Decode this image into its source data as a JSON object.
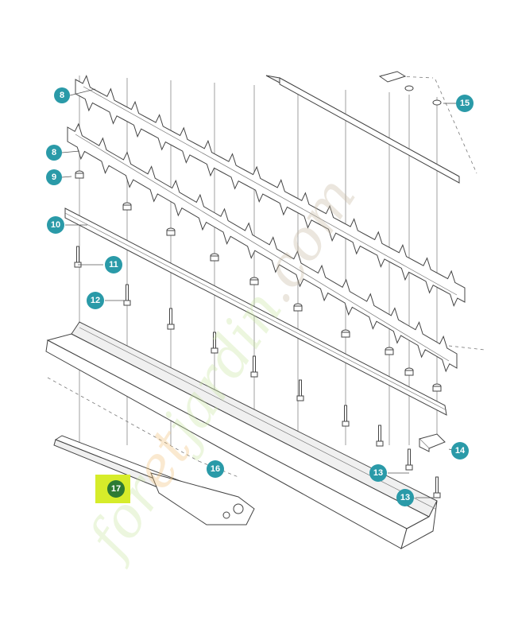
{
  "callouts": [
    {
      "id": "c8a",
      "label": "8"
    },
    {
      "id": "c8b",
      "label": "8"
    },
    {
      "id": "c9",
      "label": "9"
    },
    {
      "id": "c10",
      "label": "10"
    },
    {
      "id": "c11",
      "label": "11"
    },
    {
      "id": "c12",
      "label": "12"
    },
    {
      "id": "c13a",
      "label": "13"
    },
    {
      "id": "c13b",
      "label": "13"
    },
    {
      "id": "c14",
      "label": "14"
    },
    {
      "id": "c15",
      "label": "15"
    },
    {
      "id": "c16",
      "label": "16"
    },
    {
      "id": "c17",
      "label": "17",
      "highlighted": true
    }
  ],
  "watermark": {
    "parts": [
      {
        "text": "for",
        "color": "#c9e6a3"
      },
      {
        "text": "et",
        "color": "#f1c27a"
      },
      {
        "text": "jardin",
        "color": "#c9e6a3"
      },
      {
        "text": ".com",
        "color": "#c7b9a2"
      }
    ]
  },
  "colors": {
    "callout": "#2a9aa8",
    "highlight_box": "#d6ec2a",
    "highlight_circle": "#2d7a33"
  }
}
